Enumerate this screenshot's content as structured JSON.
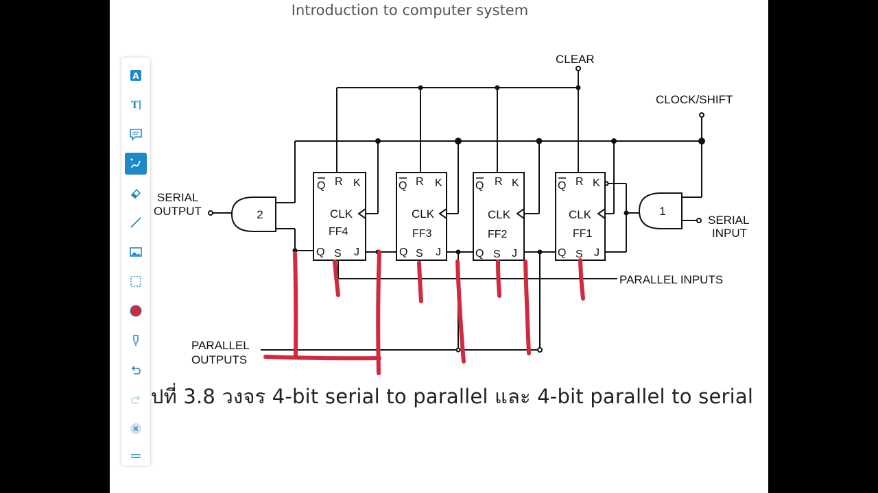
{
  "page": {
    "title": "Introduction to computer system"
  },
  "toolbar": {
    "tools": [
      "text-box-tool",
      "text-tool",
      "comment-tool",
      "pen-tool",
      "eraser-tool",
      "line-tool",
      "image-tool",
      "selection-tool",
      "color-picker",
      "highlighter-tool",
      "undo",
      "redo",
      "clear",
      "menu"
    ],
    "active": "pen-tool",
    "pen_color": "#d02a3e",
    "accent": "#1e88c8"
  },
  "diagram": {
    "labels": {
      "clear": "CLEAR",
      "clock_shift": "CLOCK/SHIFT",
      "serial_output_1": "SERIAL",
      "serial_output_2": "OUTPUT",
      "serial_input_1": "SERIAL",
      "serial_input_2": "INPUT",
      "parallel_inputs": "PARALLEL INPUTS",
      "parallel_outputs_1": "PARALLEL",
      "parallel_outputs_2": "OUTPUTS"
    },
    "gates": [
      {
        "id": "2"
      },
      {
        "id": "1"
      }
    ],
    "flip_flops": [
      {
        "name": "FF4"
      },
      {
        "name": "FF3"
      },
      {
        "name": "FF2"
      },
      {
        "name": "FF1"
      }
    ],
    "pins": {
      "qbar": "Q",
      "r": "R",
      "k": "K",
      "clk": "CLK",
      "q": "Q",
      "s": "S",
      "j": "J"
    },
    "annotation_color": "#d02a3e"
  },
  "caption": "ปที่ 3.8 วงจร 4-bit serial to parallel และ 4-bit parallel to serial"
}
